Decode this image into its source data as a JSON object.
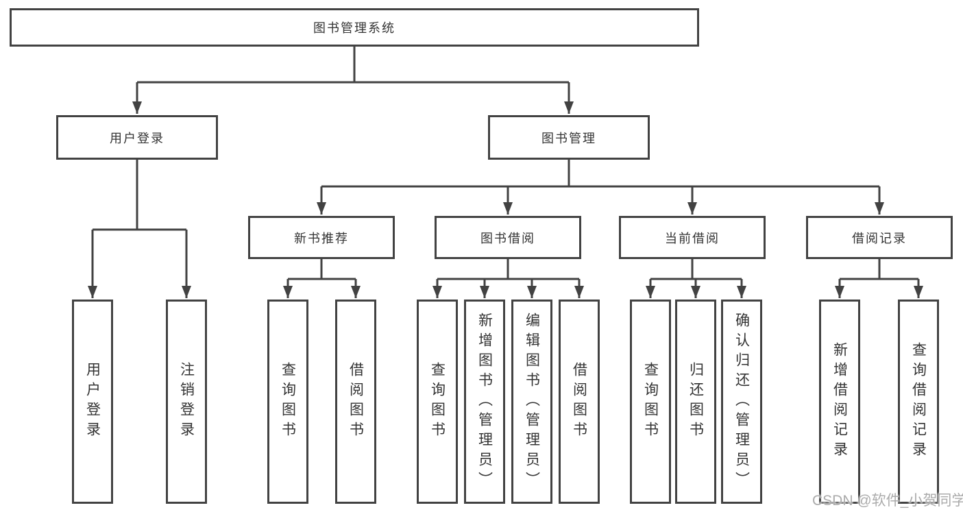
{
  "tree": {
    "label": "图书管理系统",
    "children": [
      {
        "label": "用户登录",
        "children": [
          {
            "label": "用户登录"
          },
          {
            "label": "注销登录"
          }
        ]
      },
      {
        "label": "图书管理",
        "children": [
          {
            "label": "新书推荐",
            "children": [
              {
                "label": "查询图书"
              },
              {
                "label": "借阅图书"
              }
            ]
          },
          {
            "label": "图书借阅",
            "children": [
              {
                "label": "查询图书"
              },
              {
                "label": "新增图书（管理员）"
              },
              {
                "label": "编辑图书（管理员）"
              },
              {
                "label": "借阅图书"
              }
            ]
          },
          {
            "label": "当前借阅",
            "children": [
              {
                "label": "查询图书"
              },
              {
                "label": "归还图书"
              },
              {
                "label": "确认归还（管理员）"
              }
            ]
          },
          {
            "label": "借阅记录",
            "children": [
              {
                "label": "新增借阅记录"
              },
              {
                "label": "查询借阅记录"
              }
            ]
          }
        ]
      }
    ]
  },
  "watermark": "CSDN @软件_小贺同学",
  "colors": {
    "line": "#424242",
    "box_border": "#424242",
    "text": "#333333",
    "watermark": "#ababab",
    "background": "#ffffff"
  }
}
